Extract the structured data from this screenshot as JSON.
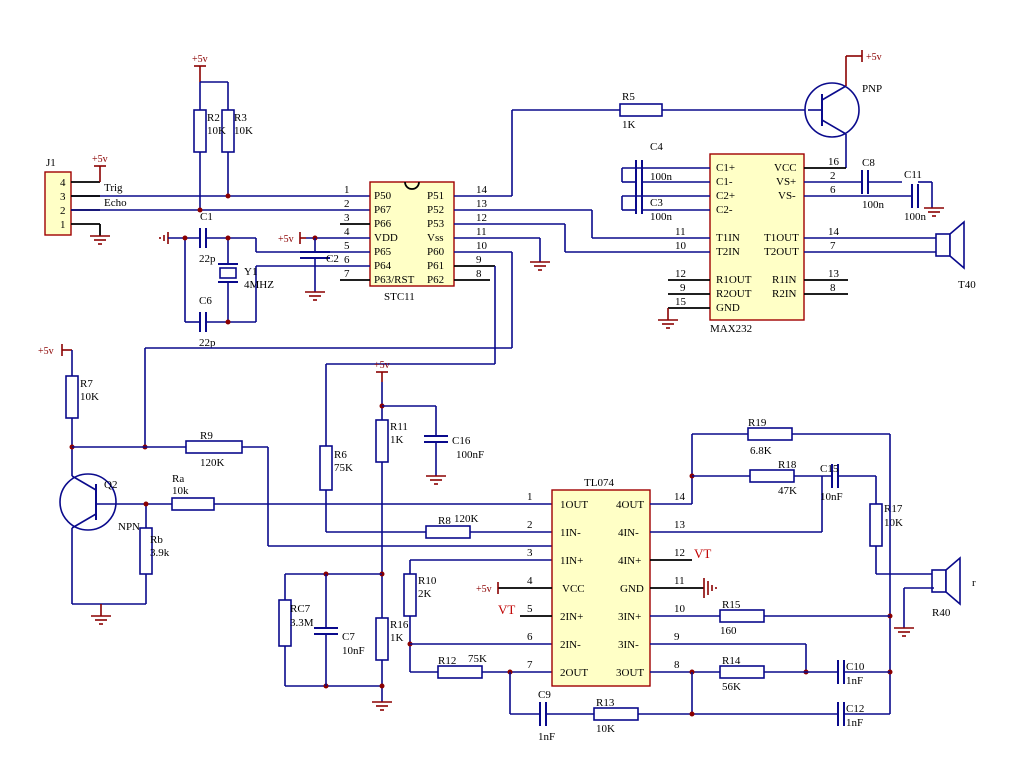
{
  "j1": {
    "ref": "J1",
    "pins": [
      "4",
      "3",
      "2",
      "1"
    ],
    "nets": [
      "Trig",
      "Echo"
    ]
  },
  "power": {
    "vcc": "+5v"
  },
  "stc": {
    "name": "STC11",
    "left": [
      "P50",
      "P67",
      "P66",
      "VDD",
      "P65",
      "P64",
      "P63/RST"
    ],
    "right": [
      "P51",
      "P52",
      "P53",
      "Vss",
      "P60",
      "P61",
      "P62"
    ],
    "lpins": [
      "1",
      "2",
      "3",
      "4",
      "5",
      "6",
      "7"
    ],
    "rpins": [
      "14",
      "13",
      "12",
      "11",
      "10",
      "9",
      "8"
    ]
  },
  "max": {
    "name": "MAX232",
    "left": [
      "C1+",
      "C1-",
      "C2+",
      "C2-",
      "T1IN",
      "T2IN",
      "R1OUT",
      "R2OUT",
      "GND"
    ],
    "right": [
      "VCC",
      "VS+",
      "VS-",
      "T1OUT",
      "T2OUT",
      "R1IN",
      "R2IN"
    ],
    "lpins": [
      "11",
      "10",
      "12",
      "9",
      "15"
    ],
    "rpins": [
      "16",
      "2",
      "6",
      "14",
      "7",
      "13",
      "8"
    ]
  },
  "tl": {
    "name": "TL074",
    "left": [
      "1OUT",
      "1IN-",
      "1IN+",
      "VCC",
      "2IN+",
      "2IN-",
      "2OUT"
    ],
    "right": [
      "4OUT",
      "4IN-",
      "4IN+",
      "GND",
      "3IN+",
      "3IN-",
      "3OUT"
    ],
    "lpins": [
      "1",
      "2",
      "3",
      "4",
      "5",
      "6",
      "7"
    ],
    "rpins": [
      "14",
      "13",
      "12",
      "11",
      "10",
      "9",
      "8"
    ]
  },
  "vt": "VT",
  "parts": {
    "r2": {
      "ref": "R2",
      "val": "10K"
    },
    "r3": {
      "ref": "R3",
      "val": "10K"
    },
    "r5": {
      "ref": "R5",
      "val": "1K"
    },
    "r7": {
      "ref": "R7",
      "val": "10K"
    },
    "r9": {
      "ref": "R9",
      "val": "120K"
    },
    "ra": {
      "ref": "Ra",
      "val": "10k"
    },
    "rb": {
      "ref": "Rb",
      "val": "3.9k"
    },
    "r6": {
      "ref": "R6",
      "val": "75K"
    },
    "r8": {
      "ref": "R8",
      "val": "120K"
    },
    "r11": {
      "ref": "R11",
      "val": "1K"
    },
    "r10": {
      "ref": "R10",
      "val": "2K"
    },
    "r16": {
      "ref": "R16",
      "val": "1K"
    },
    "r12": {
      "ref": "R12",
      "val": "75K"
    },
    "r13": {
      "ref": "R13",
      "val": "10K"
    },
    "r14": {
      "ref": "R14",
      "val": "56K"
    },
    "r15": {
      "ref": "R15",
      "val": "160"
    },
    "r17": {
      "ref": "R17",
      "val": "10K"
    },
    "r18": {
      "ref": "R18",
      "val": "47K"
    },
    "r19": {
      "ref": "R19",
      "val": "6.8K"
    },
    "rc7": {
      "ref": "RC7",
      "val": "3.3M"
    },
    "c1": {
      "ref": "C1",
      "val": "22p"
    },
    "c6": {
      "ref": "C6",
      "val": "22p"
    },
    "c2": {
      "ref": "C2"
    },
    "c3": {
      "ref": "C3",
      "val": "100n"
    },
    "c4": {
      "ref": "C4",
      "val": "100n"
    },
    "c8": {
      "ref": "C8",
      "val": "100n"
    },
    "c11": {
      "ref": "C11",
      "val": "100n"
    },
    "c16": {
      "ref": "C16",
      "val": "100nF"
    },
    "c7": {
      "ref": "C7",
      "val": "10nF"
    },
    "c9": {
      "ref": "C9",
      "val": "1nF"
    },
    "c10": {
      "ref": "C10",
      "val": "1nF"
    },
    "c12": {
      "ref": "C12",
      "val": "1nF"
    },
    "c15": {
      "ref": "C15",
      "val": "10nF"
    },
    "y1": {
      "ref": "Y1",
      "val": "4MHZ"
    },
    "pnp": "PNP",
    "q2": "Q2",
    "npn": "NPN",
    "t40": "T40",
    "r40": "R40",
    "rsmall": "r"
  }
}
